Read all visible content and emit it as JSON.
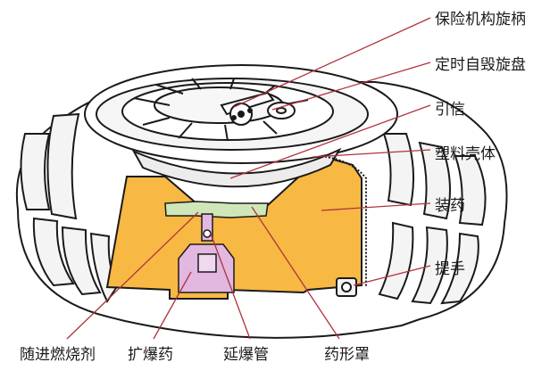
{
  "diagram": {
    "labels": {
      "safety_mechanism": "保险机构旋柄",
      "self_destruct_dial": "定时自毁旋盘",
      "fuze": "引信",
      "plastic_casing": "塑料壳体",
      "charge": "装药",
      "handle": "提手",
      "incendiary": "随进燃烧剂",
      "booster": "扩爆药",
      "delay_tube": "延爆管",
      "shaped_liner": "药形罩"
    },
    "colors": {
      "charge_fill": "#F7B844",
      "liner_fill": "#CFE7B8",
      "tube_fill": "#E2B7E0",
      "pointer_line": "#B0333B",
      "outline": "#1a1a1a",
      "casing_shadow": "#d9d9d9"
    }
  }
}
